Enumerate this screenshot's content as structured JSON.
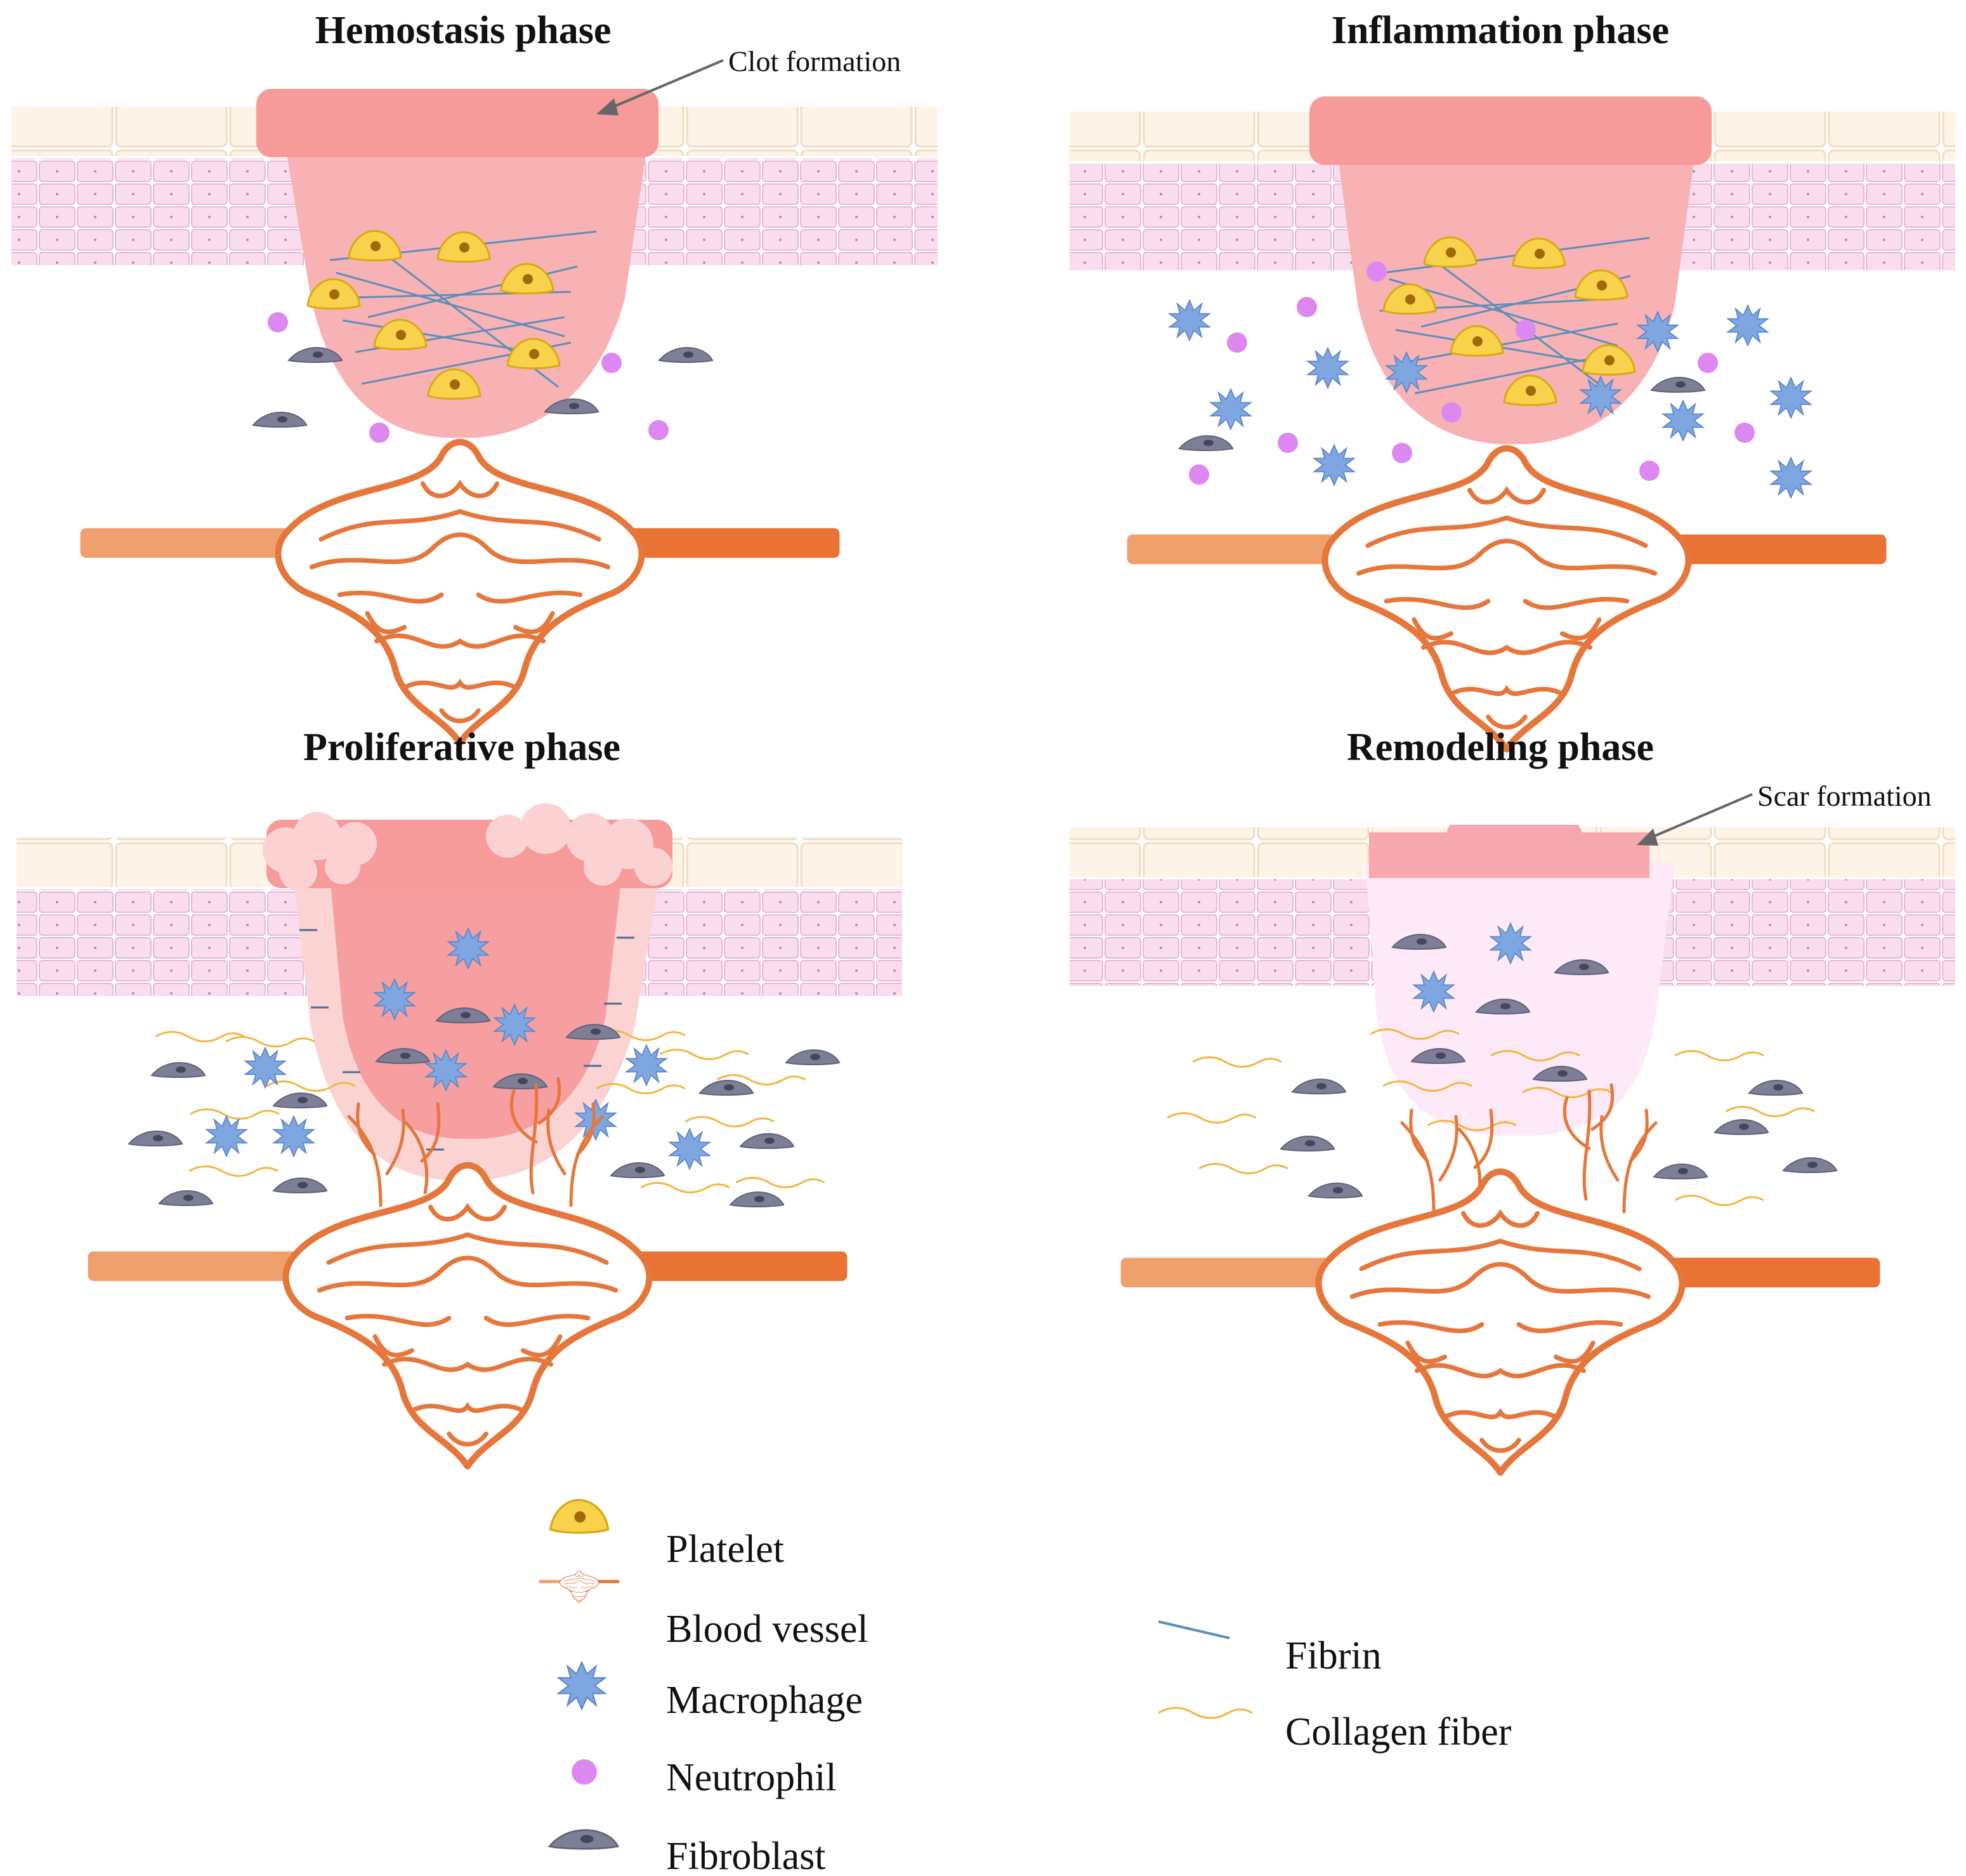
{
  "panels": [
    {
      "title": "Hemostasis phase",
      "annotation": "Clot formation"
    },
    {
      "title": "Inflammation phase",
      "annotation": ""
    },
    {
      "title": "Proliferative phase",
      "annotation": ""
    },
    {
      "title": "Remodeling phase",
      "annotation": "Scar formation"
    }
  ],
  "legend": {
    "platelet": "Platelet",
    "blood_vessel": "Blood vessel",
    "macrophage": "Macrophage",
    "neutrophil": "Neutrophil",
    "fibroblast": "Fibroblast",
    "fibrin": "Fibrin",
    "collagen": "Collagen fiber"
  },
  "colors": {
    "clot": "#f79a9a",
    "wound": "#f9b2b4",
    "epidermis_top": "#fdf3e6",
    "epidermis_cells": "#f9ddee",
    "platelet": "#f8d24a",
    "macrophage": "#7ea6e0",
    "neutrophil": "#dd88f0",
    "fibroblast": "#7d7f97",
    "vessel": "#ea7a3c",
    "fibrin": "#5b8fb9",
    "collagen": "#f3b640",
    "scar": "#fde9f7"
  },
  "icons": [
    "platelet-icon",
    "blood-vessel-icon",
    "macrophage-icon",
    "neutrophil-icon",
    "fibroblast-icon",
    "fibrin-icon",
    "collagen-fiber-icon"
  ]
}
